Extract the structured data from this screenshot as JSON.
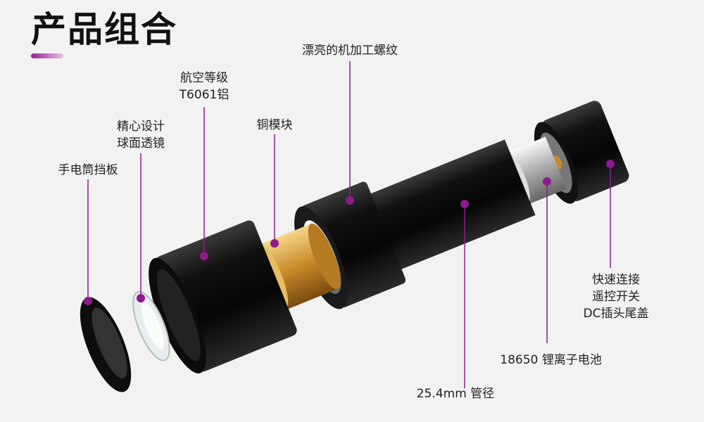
{
  "title": "产品组合",
  "accent_color": "#8e1a8e",
  "callouts": {
    "bezel": {
      "lines": [
        "手电筒挡板"
      ]
    },
    "lens": {
      "lines": [
        "精心设计",
        "球面透镜"
      ]
    },
    "aluminum": {
      "lines": [
        "航空等级",
        "T6061铝"
      ]
    },
    "copper": {
      "lines": [
        "铜模块"
      ]
    },
    "thread": {
      "lines": [
        "漂亮的机加工螺纹"
      ]
    },
    "tube": {
      "lines": [
        "25.4mm 管径"
      ]
    },
    "battery": {
      "lines": [
        "18650 锂离子电池"
      ]
    },
    "tailcap": {
      "lines": [
        "快速连接",
        "遥控开关",
        "DC插头尾盖"
      ]
    }
  }
}
